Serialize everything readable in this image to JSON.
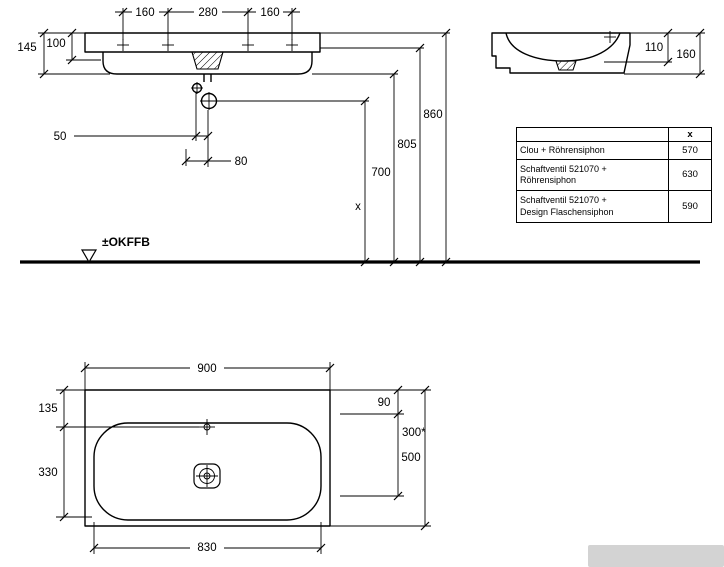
{
  "front": {
    "tap_left": "160",
    "tap_center": "280",
    "tap_right": "160",
    "height_100": "100",
    "height_145": "145",
    "offset_50": "50",
    "offset_80": "80",
    "h700": "700",
    "h805": "805",
    "h860": "860",
    "hx": "x",
    "floor_label": "±OKFFB"
  },
  "side": {
    "d110": "110",
    "d160": "160"
  },
  "table": {
    "header_x": "x",
    "rows": [
      {
        "line1": "Clou + Röhrensiphon",
        "line2": "",
        "value": "570"
      },
      {
        "line1": "Schaftventil 521070 +",
        "line2": "Röhrensiphon",
        "value": "630"
      },
      {
        "line1": "Schaftventil 521070 +",
        "line2": "Design Flaschensiphon",
        "value": "590"
      }
    ]
  },
  "top": {
    "w900": "900",
    "w830": "830",
    "l135": "135",
    "l330": "330",
    "r90": "90",
    "r300": "300*",
    "r500": "500"
  }
}
